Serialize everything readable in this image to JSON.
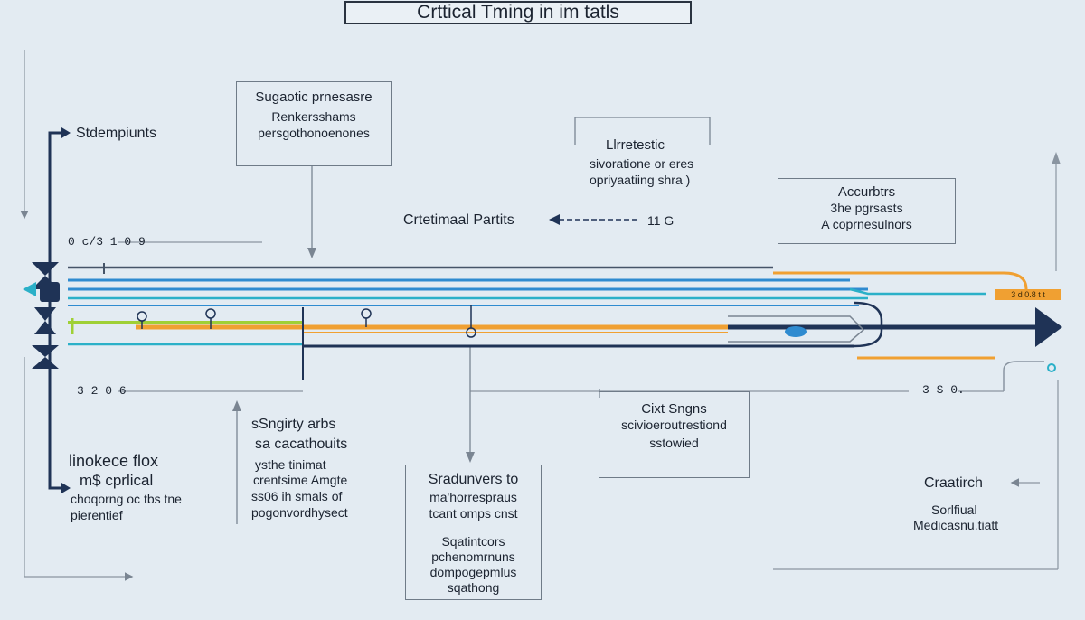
{
  "title": "Crttical Tming in im tatls",
  "boxes": {
    "top_center": {
      "title": "Sugaotic prnesasre",
      "lines": [
        "Renkersshams",
        "persgothonoenones"
      ]
    },
    "upper_mid": {
      "title": "Llrretestic",
      "lines": [
        "sivoratione or eres",
        "opriyaatiing shra )"
      ]
    },
    "upper_right": {
      "title": "Accurbtrs",
      "lines": [
        "3he pgrsasts",
        "A coprnesulnors"
      ]
    },
    "lower_mid": {
      "title": "Cixt Sngns",
      "lines": [
        "scivioeroutrestiond",
        "sstowied"
      ]
    },
    "bottom_center": {
      "title": "Sradunvers to",
      "lines": [
        "ma'horrespraus",
        "tcant omps cnst",
        "",
        "Sqatintcors",
        "pchenomrnuns",
        "dompogepmlus",
        "sqathong"
      ]
    }
  },
  "labels": {
    "left_top": "Stdempiunts",
    "critical_paths": "Crtetimaal Partits",
    "critical_paths_value": "11 G",
    "left_value_top": "0 c/3  1 0 9",
    "left_value_bottom": "3  2  0 6",
    "right_value": "3 S 0.",
    "orange_tag": "3 d 0.8 t t",
    "left_bottom_title": "linokece flox",
    "left_bottom_sub": "m$ cprlical",
    "left_bottom_lines": [
      "choqorng oc tbs tne",
      "pierentief"
    ],
    "mid_left_title": "sSngirty arbs",
    "mid_left_sub": "sa cacathouits",
    "mid_left_lines": [
      "ysthe tinimat",
      "crentsime Amgte",
      "ss06 ih smals of",
      "pogonvordhysect"
    ],
    "right_bottom_title": "Craatirch",
    "right_bottom_lines": [
      "Sorlfiual",
      "Medicasnu.tiatt"
    ]
  },
  "colors": {
    "background": "#e3ebf2",
    "navy": "#1f3356",
    "blue": "#2f8bd0",
    "teal": "#2bb0c8",
    "orange": "#f0a032",
    "lime": "#9fd036",
    "grey": "#7a8592"
  }
}
